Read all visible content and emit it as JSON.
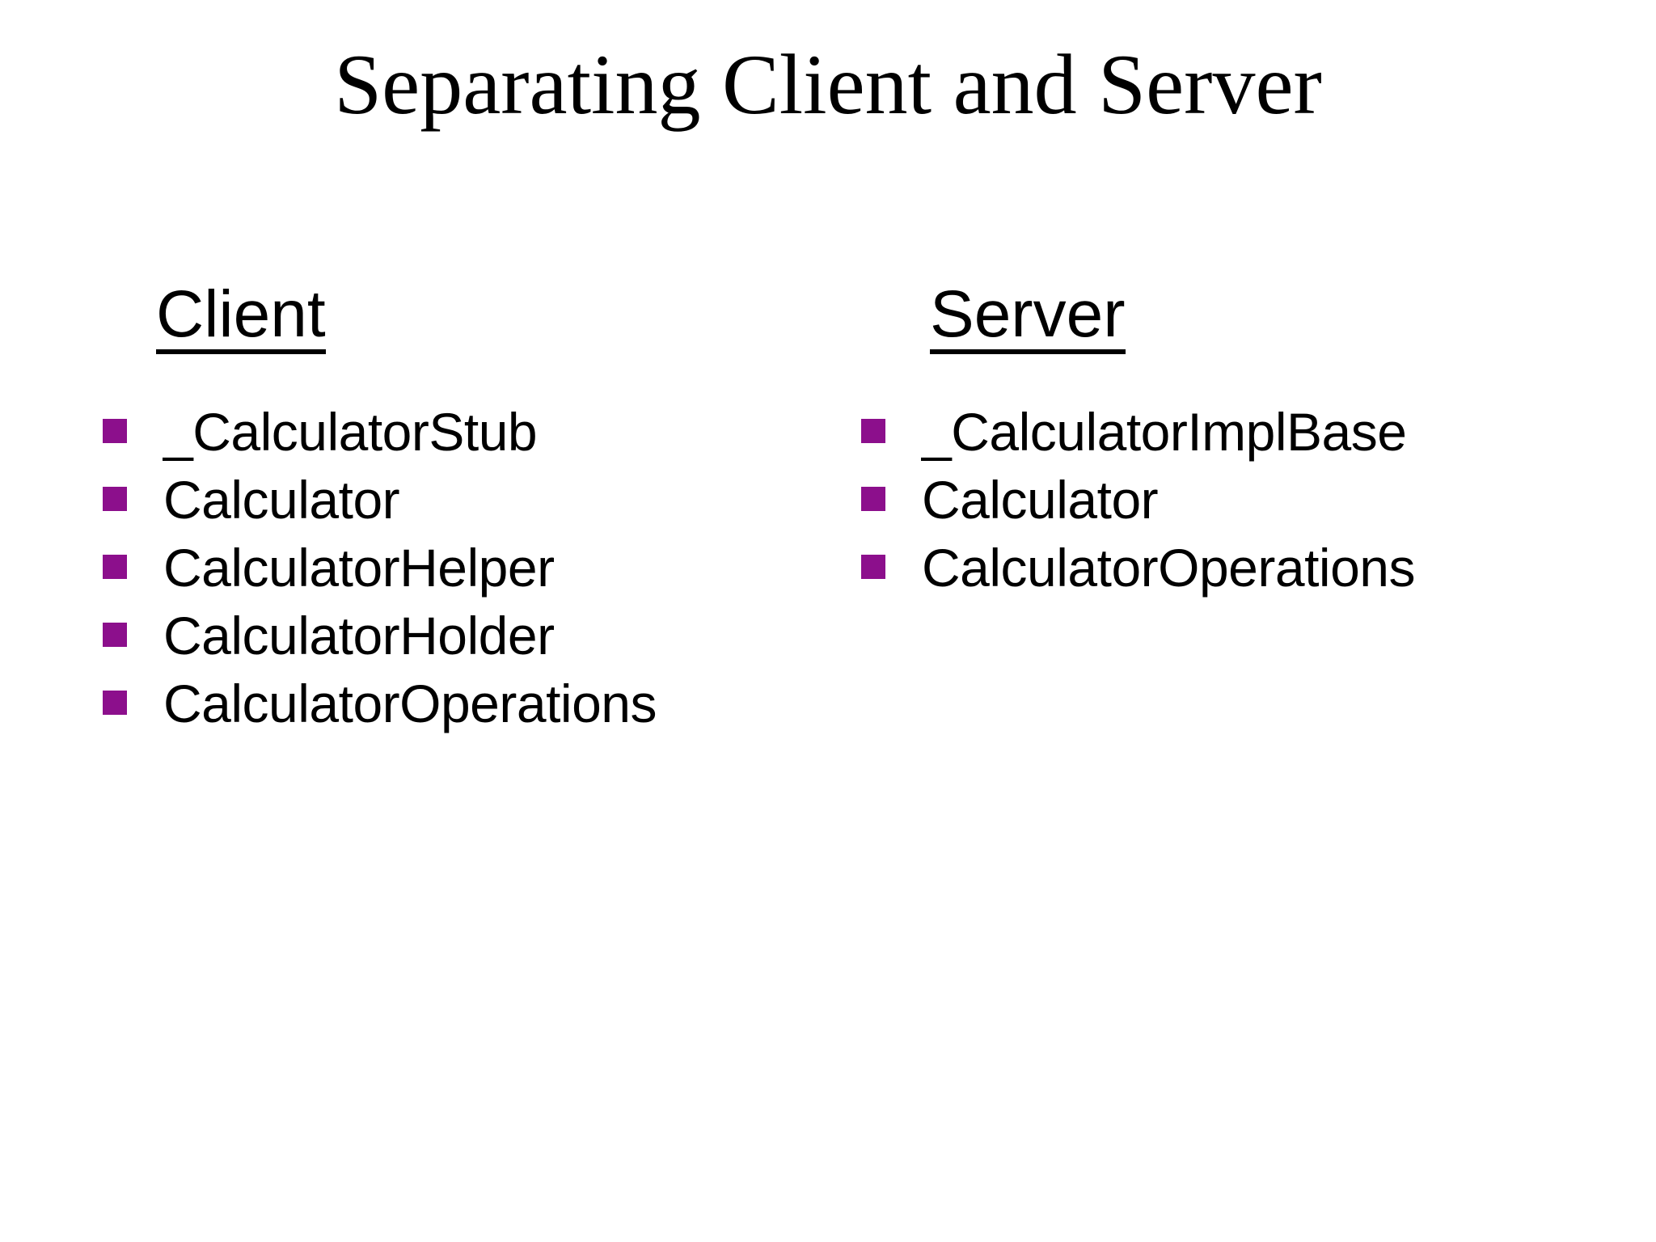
{
  "slide": {
    "title": "Separating Client and Server",
    "client": {
      "heading": "Client",
      "items": [
        "_CalculatorStub",
        "Calculator",
        "CalculatorHelper",
        "CalculatorHolder",
        "CalculatorOperations"
      ]
    },
    "server": {
      "heading": "Server",
      "items": [
        "_CalculatorImplBase",
        "Calculator",
        "CalculatorOperations"
      ]
    },
    "colors": {
      "bullet": "#8C0F8C",
      "text": "#000000",
      "background": "#FFFFFF"
    }
  }
}
